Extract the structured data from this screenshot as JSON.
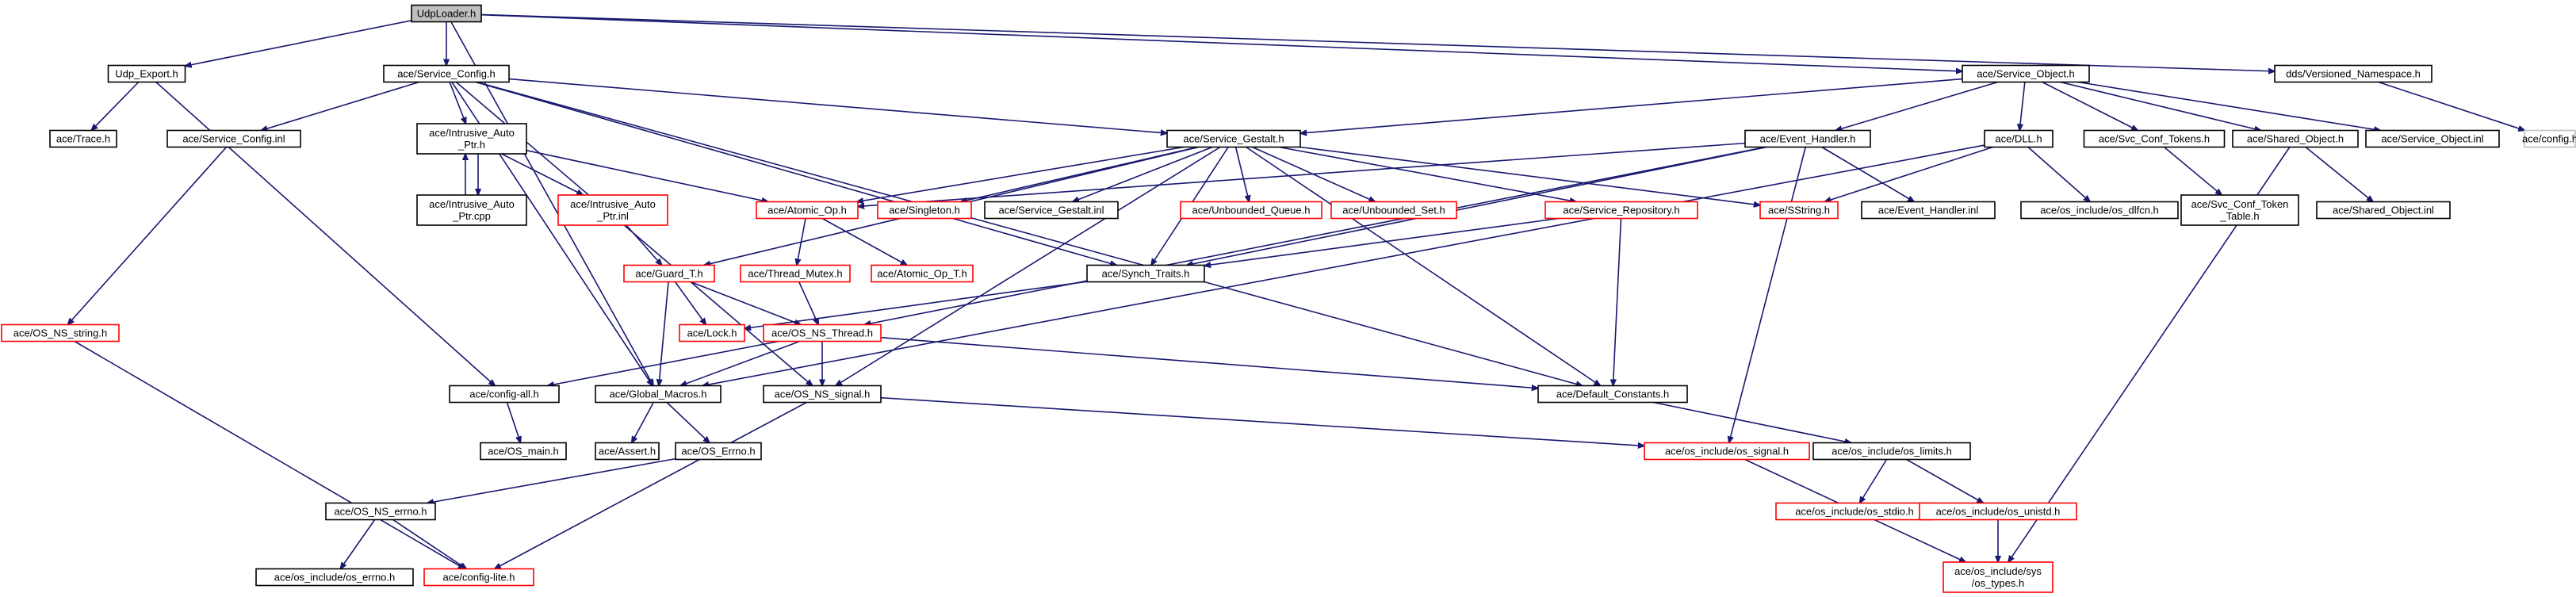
{
  "colors": {
    "edge": "#191970",
    "border_normal": "#000000",
    "border_incomplete": "#ff0000",
    "border_external": "#bfbfbf",
    "root_fill": "#bfbfbf"
  },
  "nodes": [
    {
      "id": "udploader",
      "lines": [
        "UdpLoader.h"
      ],
      "kind": "root"
    },
    {
      "id": "udp_export",
      "lines": [
        "Udp_Export.h"
      ],
      "kind": "normal"
    },
    {
      "id": "service_config",
      "lines": [
        "ace/Service_Config.h"
      ],
      "kind": "normal"
    },
    {
      "id": "service_object",
      "lines": [
        "ace/Service_Object.h"
      ],
      "kind": "normal"
    },
    {
      "id": "versioned_ns",
      "lines": [
        "dds/Versioned_Namespace.h"
      ],
      "kind": "normal"
    },
    {
      "id": "trace",
      "lines": [
        "ace/Trace.h"
      ],
      "kind": "normal"
    },
    {
      "id": "service_config_inl",
      "lines": [
        "ace/Service_Config.inl"
      ],
      "kind": "normal"
    },
    {
      "id": "intrusive_auto_ptr_h",
      "lines": [
        "ace/Intrusive_Auto",
        "_Ptr.h"
      ],
      "kind": "normal"
    },
    {
      "id": "intrusive_auto_ptr_cpp",
      "lines": [
        "ace/Intrusive_Auto",
        "_Ptr.cpp"
      ],
      "kind": "normal"
    },
    {
      "id": "intrusive_auto_ptr_inl",
      "lines": [
        "ace/Intrusive_Auto",
        "_Ptr.inl"
      ],
      "kind": "red"
    },
    {
      "id": "service_gestalt",
      "lines": [
        "ace/Service_Gestalt.h"
      ],
      "kind": "normal"
    },
    {
      "id": "event_handler",
      "lines": [
        "ace/Event_Handler.h"
      ],
      "kind": "normal"
    },
    {
      "id": "dll",
      "lines": [
        "ace/DLL.h"
      ],
      "kind": "normal"
    },
    {
      "id": "svc_conf_tokens",
      "lines": [
        "ace/Svc_Conf_Tokens.h"
      ],
      "kind": "normal"
    },
    {
      "id": "shared_object",
      "lines": [
        "ace/Shared_Object.h"
      ],
      "kind": "normal"
    },
    {
      "id": "service_object_inl",
      "lines": [
        "ace/Service_Object.inl"
      ],
      "kind": "normal"
    },
    {
      "id": "config_h",
      "lines": [
        "ace/config.h"
      ],
      "kind": "gray"
    },
    {
      "id": "atomic_op",
      "lines": [
        "ace/Atomic_Op.h"
      ],
      "kind": "red"
    },
    {
      "id": "singleton",
      "lines": [
        "ace/Singleton.h"
      ],
      "kind": "red"
    },
    {
      "id": "service_gestalt_inl",
      "lines": [
        "ace/Service_Gestalt.inl"
      ],
      "kind": "normal"
    },
    {
      "id": "unbounded_queue",
      "lines": [
        "ace/Unbounded_Queue.h"
      ],
      "kind": "red"
    },
    {
      "id": "unbounded_set",
      "lines": [
        "ace/Unbounded_Set.h"
      ],
      "kind": "red"
    },
    {
      "id": "service_repository",
      "lines": [
        "ace/Service_Repository.h"
      ],
      "kind": "red"
    },
    {
      "id": "sstring",
      "lines": [
        "ace/SString.h"
      ],
      "kind": "red"
    },
    {
      "id": "event_handler_inl",
      "lines": [
        "ace/Event_Handler.inl"
      ],
      "kind": "normal"
    },
    {
      "id": "os_dlfcn",
      "lines": [
        "ace/os_include/os_dlfcn.h"
      ],
      "kind": "normal"
    },
    {
      "id": "svc_conf_token_table",
      "lines": [
        "ace/Svc_Conf_Token",
        "_Table.h"
      ],
      "kind": "normal"
    },
    {
      "id": "shared_object_inl",
      "lines": [
        "ace/Shared_Object.inl"
      ],
      "kind": "normal"
    },
    {
      "id": "os_ns_string",
      "lines": [
        "ace/OS_NS_string.h"
      ],
      "kind": "red"
    },
    {
      "id": "guard_t",
      "lines": [
        "ace/Guard_T.h"
      ],
      "kind": "red"
    },
    {
      "id": "thread_mutex",
      "lines": [
        "ace/Thread_Mutex.h"
      ],
      "kind": "red"
    },
    {
      "id": "atomic_op_t",
      "lines": [
        "ace/Atomic_Op_T.h"
      ],
      "kind": "red"
    },
    {
      "id": "synch_traits",
      "lines": [
        "ace/Synch_Traits.h"
      ],
      "kind": "normal"
    },
    {
      "id": "lock",
      "lines": [
        "ace/Lock.h"
      ],
      "kind": "red"
    },
    {
      "id": "os_ns_thread",
      "lines": [
        "ace/OS_NS_Thread.h"
      ],
      "kind": "red"
    },
    {
      "id": "config_all",
      "lines": [
        "ace/config-all.h"
      ],
      "kind": "normal"
    },
    {
      "id": "global_macros",
      "lines": [
        "ace/Global_Macros.h"
      ],
      "kind": "normal"
    },
    {
      "id": "os_ns_signal",
      "lines": [
        "ace/OS_NS_signal.h"
      ],
      "kind": "normal"
    },
    {
      "id": "default_constants",
      "lines": [
        "ace/Default_Constants.h"
      ],
      "kind": "normal"
    },
    {
      "id": "os_main",
      "lines": [
        "ace/OS_main.h"
      ],
      "kind": "normal"
    },
    {
      "id": "assert",
      "lines": [
        "ace/Assert.h"
      ],
      "kind": "normal"
    },
    {
      "id": "os_errno_h",
      "lines": [
        "ace/OS_Errno.h"
      ],
      "kind": "normal"
    },
    {
      "id": "os_signal",
      "lines": [
        "ace/os_include/os_signal.h"
      ],
      "kind": "red"
    },
    {
      "id": "os_limits",
      "lines": [
        "ace/os_include/os_limits.h"
      ],
      "kind": "normal"
    },
    {
      "id": "os_ns_errno",
      "lines": [
        "ace/OS_NS_errno.h"
      ],
      "kind": "normal"
    },
    {
      "id": "os_stdio",
      "lines": [
        "ace/os_include/os_stdio.h"
      ],
      "kind": "red"
    },
    {
      "id": "os_unistd",
      "lines": [
        "ace/os_include/os_unistd.h"
      ],
      "kind": "red"
    },
    {
      "id": "os_errno_inc",
      "lines": [
        "ace/os_include/os_errno.h"
      ],
      "kind": "normal"
    },
    {
      "id": "config_lite",
      "lines": [
        "ace/config-lite.h"
      ],
      "kind": "red"
    },
    {
      "id": "sys_types",
      "lines": [
        "ace/os_include/sys",
        "/os_types.h"
      ],
      "kind": "red"
    }
  ],
  "edges": [
    [
      "udploader",
      "udp_export"
    ],
    [
      "udploader",
      "service_config"
    ],
    [
      "udploader",
      "service_object"
    ],
    [
      "udploader",
      "versioned_ns"
    ],
    [
      "udploader",
      "global_macros"
    ],
    [
      "udp_export",
      "trace"
    ],
    [
      "udp_export",
      "config_all"
    ],
    [
      "service_config",
      "service_config_inl"
    ],
    [
      "service_config",
      "intrusive_auto_ptr_h"
    ],
    [
      "service_config",
      "service_gestalt"
    ],
    [
      "service_config",
      "synch_traits"
    ],
    [
      "service_config",
      "os_ns_signal"
    ],
    [
      "service_config",
      "default_constants"
    ],
    [
      "service_config",
      "global_macros"
    ],
    [
      "service_object",
      "service_gestalt"
    ],
    [
      "service_object",
      "event_handler"
    ],
    [
      "service_object",
      "dll"
    ],
    [
      "service_object",
      "svc_conf_tokens"
    ],
    [
      "service_object",
      "shared_object"
    ],
    [
      "service_object",
      "service_object_inl"
    ],
    [
      "versioned_ns",
      "config_h"
    ],
    [
      "service_config_inl",
      "os_ns_string"
    ],
    [
      "intrusive_auto_ptr_h",
      "intrusive_auto_ptr_cpp"
    ],
    [
      "intrusive_auto_ptr_cpp",
      "intrusive_auto_ptr_h"
    ],
    [
      "intrusive_auto_ptr_h",
      "intrusive_auto_ptr_inl"
    ],
    [
      "intrusive_auto_ptr_h",
      "atomic_op"
    ],
    [
      "intrusive_auto_ptr_inl",
      "guard_t"
    ],
    [
      "service_gestalt",
      "atomic_op"
    ],
    [
      "service_gestalt",
      "singleton"
    ],
    [
      "service_gestalt",
      "service_gestalt_inl"
    ],
    [
      "service_gestalt",
      "unbounded_queue"
    ],
    [
      "service_gestalt",
      "unbounded_set"
    ],
    [
      "service_gestalt",
      "service_repository"
    ],
    [
      "service_gestalt",
      "sstring"
    ],
    [
      "service_gestalt",
      "guard_t"
    ],
    [
      "service_gestalt",
      "synch_traits"
    ],
    [
      "service_gestalt",
      "default_constants"
    ],
    [
      "service_gestalt",
      "os_ns_signal"
    ],
    [
      "event_handler",
      "atomic_op"
    ],
    [
      "event_handler",
      "event_handler_inl"
    ],
    [
      "event_handler",
      "synch_traits"
    ],
    [
      "event_handler",
      "os_ns_thread"
    ],
    [
      "event_handler",
      "os_signal"
    ],
    [
      "dll",
      "sstring"
    ],
    [
      "dll",
      "os_dlfcn"
    ],
    [
      "dll",
      "global_macros"
    ],
    [
      "svc_conf_tokens",
      "svc_conf_token_table"
    ],
    [
      "shared_object",
      "shared_object_inl"
    ],
    [
      "shared_object",
      "sys_types"
    ],
    [
      "atomic_op",
      "thread_mutex"
    ],
    [
      "atomic_op",
      "atomic_op_t"
    ],
    [
      "service_repository",
      "synch_traits"
    ],
    [
      "service_repository",
      "default_constants"
    ],
    [
      "guard_t",
      "lock"
    ],
    [
      "guard_t",
      "os_ns_thread"
    ],
    [
      "guard_t",
      "global_macros"
    ],
    [
      "thread_mutex",
      "os_ns_thread"
    ],
    [
      "synch_traits",
      "lock"
    ],
    [
      "os_ns_thread",
      "config_all"
    ],
    [
      "os_ns_thread",
      "global_macros"
    ],
    [
      "os_ns_thread",
      "os_ns_signal"
    ],
    [
      "os_ns_thread",
      "default_constants"
    ],
    [
      "os_ns_string",
      "config_lite"
    ],
    [
      "config_all",
      "os_main"
    ],
    [
      "global_macros",
      "assert"
    ],
    [
      "global_macros",
      "os_errno_h"
    ],
    [
      "os_ns_signal",
      "os_signal"
    ],
    [
      "os_ns_signal",
      "config_lite"
    ],
    [
      "default_constants",
      "os_limits"
    ],
    [
      "os_errno_h",
      "os_ns_errno"
    ],
    [
      "os_signal",
      "sys_types"
    ],
    [
      "os_limits",
      "os_stdio"
    ],
    [
      "os_limits",
      "os_unistd"
    ],
    [
      "os_unistd",
      "sys_types"
    ],
    [
      "os_ns_errno",
      "os_errno_inc"
    ],
    [
      "os_ns_errno",
      "config_lite"
    ]
  ]
}
